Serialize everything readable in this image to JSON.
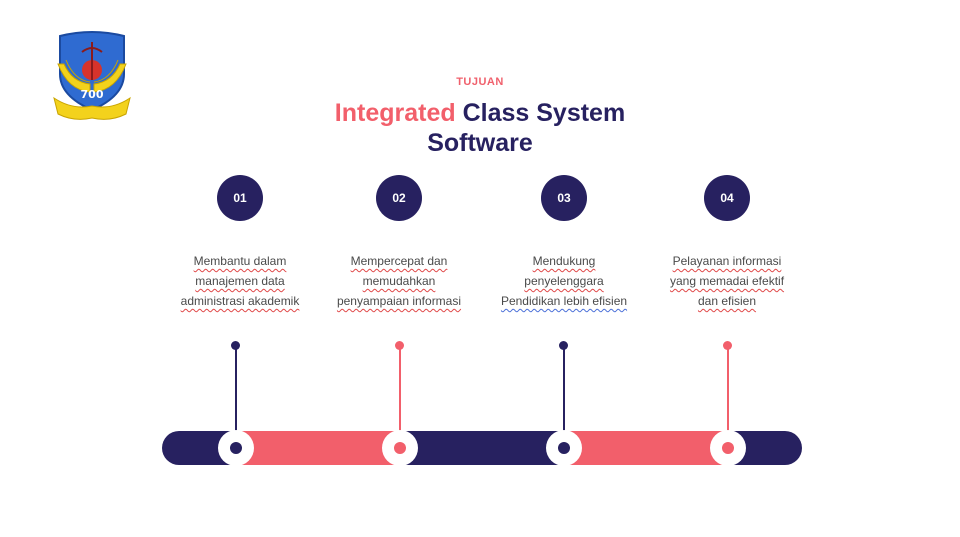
{
  "slide": {
    "kicker": "TUJUAN",
    "title_accent": "Integrated",
    "title_rest_line1": "Class System",
    "title_line2": "Software"
  },
  "logo": {
    "number": "700",
    "icon": "air-force-wing-shield"
  },
  "items": [
    {
      "number": "01",
      "lines": [
        "Membantu dalam",
        "manajemen data",
        "administrasi akademik"
      ]
    },
    {
      "number": "02",
      "lines": [
        "Mempercepat dan",
        "memudahkan",
        "penyampaian informasi"
      ]
    },
    {
      "number": "03",
      "lines": [
        "Mendukung",
        "penyelenggara",
        "Pendidikan lebih efisien"
      ]
    },
    {
      "number": "04",
      "lines": [
        "Pelayanan informasi",
        "yang memadai efektif",
        "dan efisien"
      ]
    }
  ],
  "colors": {
    "navy": "#272160",
    "coral": "#f25f6b"
  }
}
